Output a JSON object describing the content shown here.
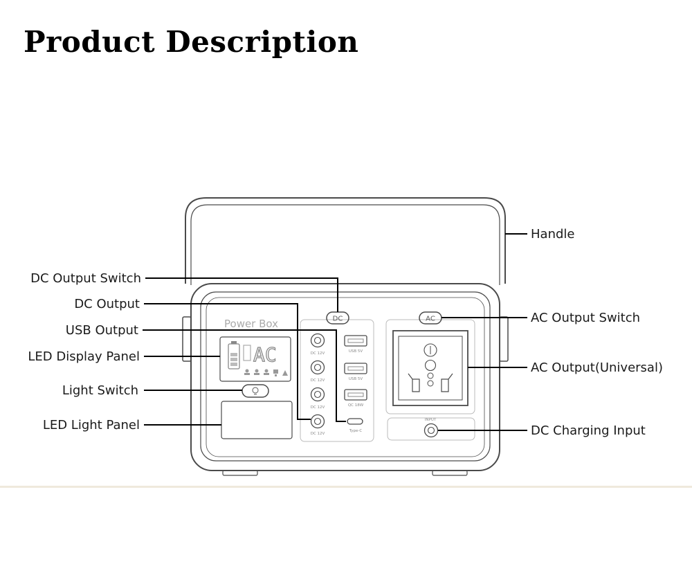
{
  "title": "Product Description",
  "device": {
    "brand": "Power Box",
    "dc_switch": "DC",
    "ac_switch": "AC",
    "display_text": "AC",
    "dc_port_labels": [
      "DC 12V",
      "DC 12V",
      "DC 12V",
      "DC 12V"
    ],
    "usb_port_labels": [
      "USB 5V",
      "USB 5V",
      "QC 18W"
    ],
    "typec_label": "Type-C",
    "input_label": "INPUT"
  },
  "callouts": {
    "handle": "Handle",
    "dc_output_switch": "DC Output Switch",
    "dc_output": "DC Output",
    "usb_output": "USB Output",
    "led_display_panel": "LED Display Panel",
    "light_switch": "Light Switch",
    "led_light_panel": "LED Light Panel",
    "ac_output_switch": "AC Output Switch",
    "ac_output": "AC Output(Universal)",
    "dc_charging_input": "DC Charging Input"
  }
}
